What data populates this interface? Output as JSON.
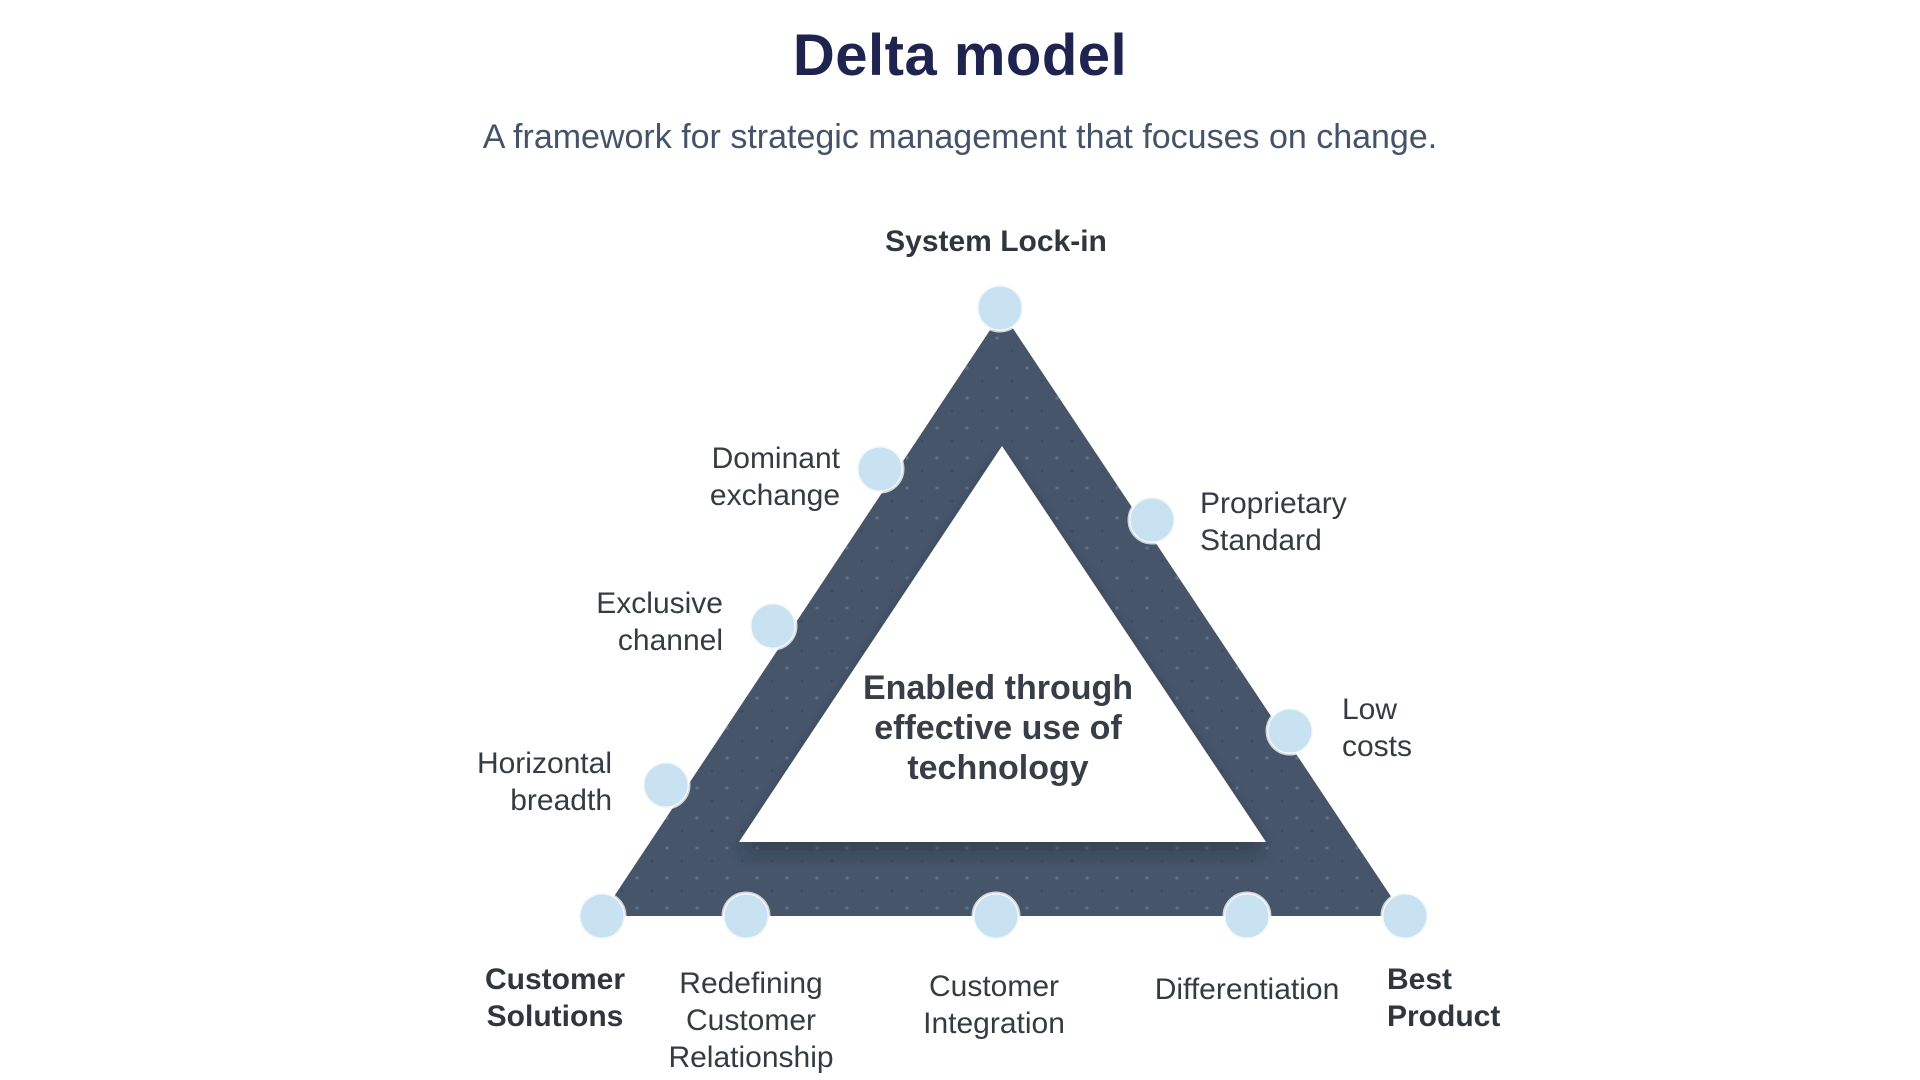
{
  "header": {
    "title": "Delta model",
    "subtitle": "A framework for strategic management that focuses on change."
  },
  "diagram": {
    "center_text": "Enabled through\neffective use of\ntechnology",
    "nodes": {
      "system_lock_in": {
        "label": "System Lock-in"
      },
      "dominant_exchange": {
        "label": "Dominant\nexchange"
      },
      "exclusive_channel": {
        "label": "Exclusive\nchannel"
      },
      "horizontal_breadth": {
        "label": "Horizontal\nbreadth"
      },
      "proprietary_standard": {
        "label": "Proprietary\nStandard"
      },
      "low_costs": {
        "label": "Low\ncosts"
      },
      "customer_solutions": {
        "label": "Customer\nSolutions"
      },
      "redefining_customer_relationship": {
        "label": "Redefining\nCustomer\nRelationship"
      },
      "customer_integration": {
        "label": "Customer\nIntegration"
      },
      "differentiation": {
        "label": "Differentiation"
      },
      "best_product": {
        "label": "Best\nProduct"
      }
    }
  },
  "colors": {
    "title": "#1f234f",
    "subtitle": "#44536a",
    "triangle_band": "#46556a",
    "band_shadow": "#1a2433",
    "node_dot": "#c9e2f2",
    "label_text": "#363b43",
    "background": "#ffffff"
  }
}
